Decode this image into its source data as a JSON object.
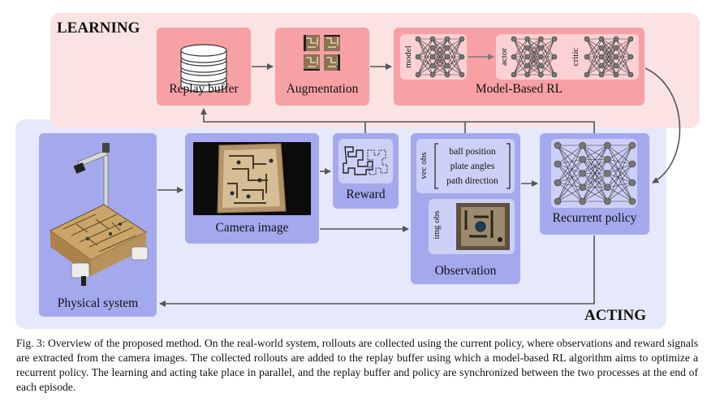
{
  "regions": {
    "learning_title": "LEARNING",
    "acting_title": "ACTING"
  },
  "learning": {
    "replay_buffer": "Replay buffer",
    "augmentation": "Augmentation",
    "model_based_rl": "Model-Based RL",
    "model_tag": "model",
    "actor_tag": "actor",
    "critic_tag": "critic"
  },
  "acting": {
    "physical_system": "Physical system",
    "camera_image": "Camera image",
    "reward": "Reward",
    "vec_obs_tag": "vec obs",
    "vec_obs_items": [
      "ball position",
      "plate angles",
      "path direction"
    ],
    "img_obs_tag": "img obs",
    "observation": "Observation",
    "recurrent_policy": "Recurrent policy"
  },
  "caption": {
    "label": "Fig. 3:",
    "text": "Overview of the proposed method. On the real-world system, rollouts are collected using the current policy, where observations and reward signals are extracted from the camera images. The collected rollouts are added to the replay buffer using which a model-based RL algorithm aims to optimize a recurrent policy. The learning and acting take place in parallel, and the replay buffer and policy are synchronized between the two processes at the end of each episode."
  },
  "colors": {
    "learning_bg": "#fbe3e3",
    "acting_bg": "#e6e8fb",
    "learning_box": "#f7a1a5",
    "acting_box": "#a4a9ee",
    "arrow": "#555555"
  }
}
